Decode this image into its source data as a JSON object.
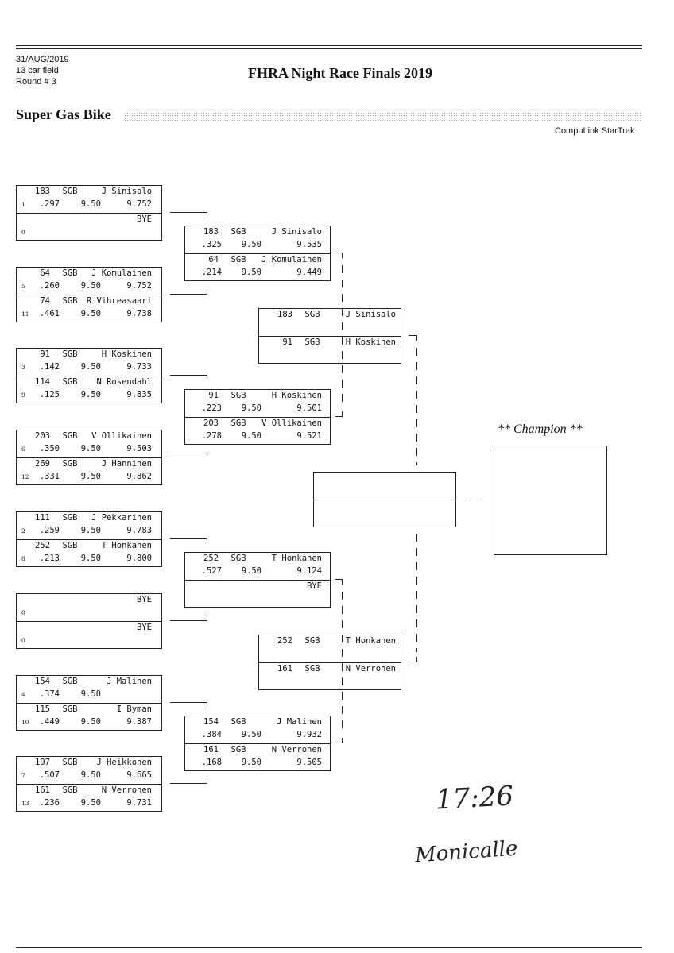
{
  "header": {
    "date": "31/AUG/2019",
    "field": "13 car field",
    "round": "Round # 3",
    "title": "FHRA Night Race Finals 2019",
    "event": "Super Gas Bike",
    "brand": "CompuLink StarTrak"
  },
  "champion_label": "** Champion **",
  "handwriting": {
    "time": "17:26",
    "signature": "Monicalle"
  },
  "round1": [
    {
      "top": {
        "seed": "1",
        "car": "183",
        "cls": "SGB",
        "name": "J Sinisalo",
        "rt": ".297",
        "dial": "9.50",
        "et": "9.752"
      },
      "bot": {
        "seed": "0",
        "name": "BYE"
      }
    },
    {
      "top": {
        "seed": "5",
        "car": "64",
        "cls": "SGB",
        "name": "J Komulainen",
        "rt": ".260",
        "dial": "9.50",
        "et": "9.752"
      },
      "bot": {
        "seed": "11",
        "car": "74",
        "cls": "SGB",
        "name": "R Vihreasaari",
        "rt": ".461",
        "dial": "9.50",
        "et": "9.738"
      }
    },
    {
      "top": {
        "seed": "3",
        "car": "91",
        "cls": "SGB",
        "name": "H Koskinen",
        "rt": ".142",
        "dial": "9.50",
        "et": "9.733"
      },
      "bot": {
        "seed": "9",
        "car": "114",
        "cls": "SGB",
        "name": "N Rosendahl",
        "rt": ".125",
        "dial": "9.50",
        "et": "9.835"
      }
    },
    {
      "top": {
        "seed": "6",
        "car": "203",
        "cls": "SGB",
        "name": "V Ollikainen",
        "rt": ".350",
        "dial": "9.50",
        "et": "9.503"
      },
      "bot": {
        "seed": "12",
        "car": "269",
        "cls": "SGB",
        "name": "J Hanninen",
        "rt": ".331",
        "dial": "9.50",
        "et": "9.862"
      }
    },
    {
      "top": {
        "seed": "2",
        "car": "111",
        "cls": "SGB",
        "name": "J Pekkarinen",
        "rt": ".259",
        "dial": "9.50",
        "et": "9.783"
      },
      "bot": {
        "seed": "8",
        "car": "252",
        "cls": "SGB",
        "name": "T Honkanen",
        "rt": ".213",
        "dial": "9.50",
        "et": "9.800"
      }
    },
    {
      "top": {
        "seed": "0",
        "name": "BYE"
      },
      "bot": {
        "seed": "0",
        "name": "BYE"
      }
    },
    {
      "top": {
        "seed": "4",
        "car": "154",
        "cls": "SGB",
        "name": "J Malinen",
        "rt": ".374",
        "dial": "9.50",
        "et": ""
      },
      "bot": {
        "seed": "10",
        "car": "115",
        "cls": "SGB",
        "name": "I Byman",
        "rt": ".449",
        "dial": "9.50",
        "et": "9.387"
      }
    },
    {
      "top": {
        "seed": "7",
        "car": "197",
        "cls": "SGB",
        "name": "J Heikkonen",
        "rt": ".507",
        "dial": "9.50",
        "et": "9.665"
      },
      "bot": {
        "seed": "13",
        "car": "161",
        "cls": "SGB",
        "name": "N Verronen",
        "rt": ".236",
        "dial": "9.50",
        "et": "9.731"
      }
    }
  ],
  "round2": [
    {
      "top": {
        "car": "183",
        "cls": "SGB",
        "name": "J Sinisalo",
        "rt": ".325",
        "dial": "9.50",
        "et": "9.535"
      },
      "bot": {
        "car": "64",
        "cls": "SGB",
        "name": "J Komulainen",
        "rt": ".214",
        "dial": "9.50",
        "et": "9.449"
      }
    },
    {
      "top": {
        "car": "91",
        "cls": "SGB",
        "name": "H Koskinen",
        "rt": ".223",
        "dial": "9.50",
        "et": "9.501"
      },
      "bot": {
        "car": "203",
        "cls": "SGB",
        "name": "V Ollikainen",
        "rt": ".278",
        "dial": "9.50",
        "et": "9.521"
      }
    },
    {
      "top": {
        "car": "252",
        "cls": "SGB",
        "name": "T Honkanen",
        "rt": ".527",
        "dial": "9.50",
        "et": "9.124"
      },
      "bot": {
        "name": "BYE"
      }
    },
    {
      "top": {
        "car": "154",
        "cls": "SGB",
        "name": "J Malinen",
        "rt": ".384",
        "dial": "9.50",
        "et": "9.932"
      },
      "bot": {
        "car": "161",
        "cls": "SGB",
        "name": "N Verronen",
        "rt": ".168",
        "dial": "9.50",
        "et": "9.505"
      }
    }
  ],
  "round3": [
    {
      "top": {
        "car": "183",
        "cls": "SGB",
        "name": "J Sinisalo"
      },
      "bot": {
        "car": "91",
        "cls": "SGB",
        "name": "H Koskinen"
      }
    },
    {
      "top": {
        "car": "252",
        "cls": "SGB",
        "name": "T Honkanen"
      },
      "bot": {
        "car": "161",
        "cls": "SGB",
        "name": "N Verronen"
      }
    }
  ]
}
